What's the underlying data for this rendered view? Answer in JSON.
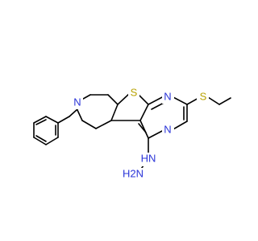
{
  "molecule": {
    "atoms": {
      "s_thiophene": "S",
      "s_ethyl": "S",
      "n_ring_top": "N",
      "n_ring_right": "N",
      "n_amine": "N",
      "nh": "HN",
      "nh2": "H2N"
    },
    "colors": {
      "carbon_bond": "#000000",
      "sulfur": "#b8a200",
      "nitrogen": "#2a34d8",
      "background": "#ffffff"
    }
  }
}
